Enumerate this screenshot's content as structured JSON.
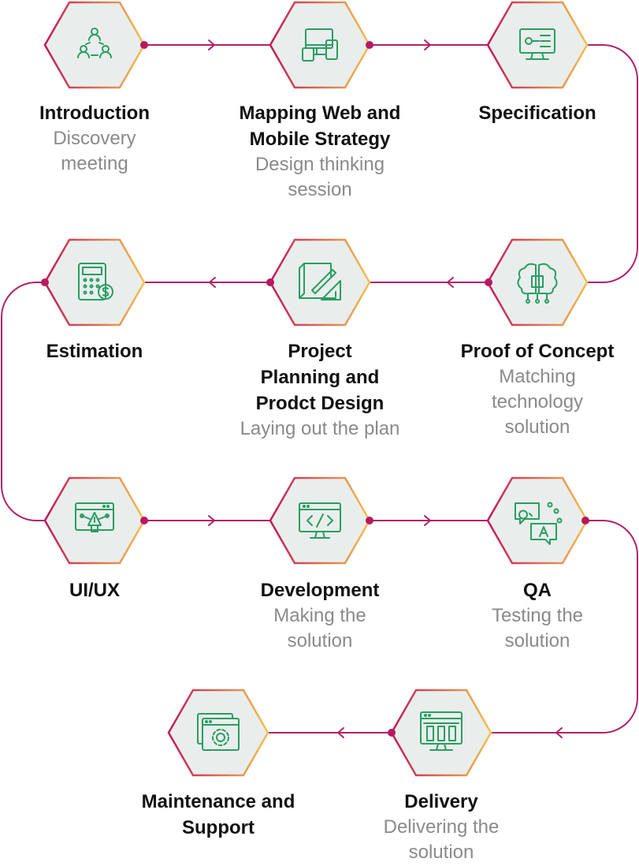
{
  "colors": {
    "line": "#b02467",
    "hex_gradient_start": "#c2185b",
    "hex_gradient_end": "#f2c14e",
    "hex_fill": "#e9eeec",
    "icon": "#2a9d63",
    "title": "#111111",
    "subtitle": "#8a8a8a"
  },
  "steps": [
    {
      "id": "introduction",
      "icon": "team-icon",
      "title": "Introduction",
      "subtitle": "Discovery\nmeeting"
    },
    {
      "id": "mapping",
      "icon": "devices-icon",
      "title": "Mapping Web and\nMobile Strategy",
      "subtitle": "Design thinking\nsession"
    },
    {
      "id": "specification",
      "icon": "monitor-spec-icon",
      "title": "Specification",
      "subtitle": ""
    },
    {
      "id": "estimation",
      "icon": "calculator-icon",
      "title": "Estimation",
      "subtitle": ""
    },
    {
      "id": "project-planning",
      "icon": "blueprint-icon",
      "title": "Project\nPlanning and\nProdct Design",
      "subtitle": "Laying out the plan"
    },
    {
      "id": "proof-of-concept",
      "icon": "brain-chip-icon",
      "title": "Proof of Concept",
      "subtitle": "Matching\ntechnology\nsolution"
    },
    {
      "id": "ui-ux",
      "icon": "design-tool-icon",
      "title": "UI/UX",
      "subtitle": ""
    },
    {
      "id": "development",
      "icon": "code-monitor-icon",
      "title": "Development",
      "subtitle": "Making the\nsolution"
    },
    {
      "id": "qa",
      "icon": "qa-chat-icon",
      "title": "QA",
      "subtitle": "Testing the\nsolution"
    },
    {
      "id": "maintenance",
      "icon": "settings-window-icon",
      "title": "Maintenance and\nSupport",
      "subtitle": ""
    },
    {
      "id": "delivery",
      "icon": "delivery-dashboard-icon",
      "title": "Delivery",
      "subtitle": "Delivering the\nsolution"
    }
  ]
}
